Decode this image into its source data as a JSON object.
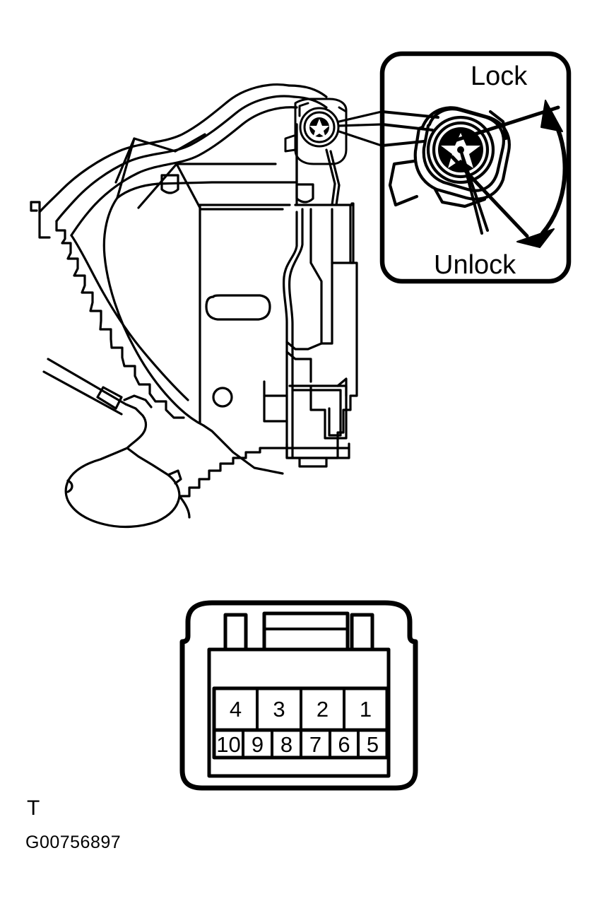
{
  "figure": {
    "kind": "automotive-service-diagram",
    "background_color": "#FFFFFF",
    "line_color": "#000000",
    "caption_letter": "T",
    "caption_code": "G00756897"
  },
  "detail_callout": {
    "title_top": "Lock",
    "title_bottom": "Unlock",
    "rotation_arrow": "double-headed-curved-arrow",
    "subject": "ignition-lock-cylinder"
  },
  "main_assembly": {
    "subject": "steering-column-lock-housing",
    "lock_cylinder": "key-cylinder-face"
  },
  "connector": {
    "label": "10-pin-connector",
    "rows": [
      {
        "name": "top",
        "pins": [
          "4",
          "3",
          "2",
          "1"
        ]
      },
      {
        "name": "bottom",
        "pins": [
          "10",
          "9",
          "8",
          "7",
          "6",
          "5"
        ]
      }
    ]
  }
}
